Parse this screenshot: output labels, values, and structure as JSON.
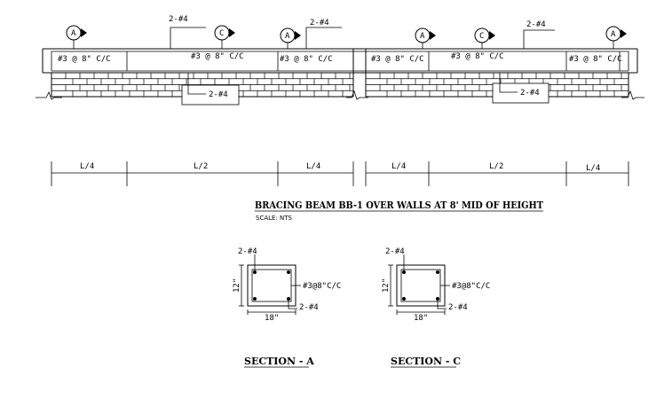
{
  "beam": {
    "top_bar_label": "2-#4",
    "bottom_bar_label": "2-#4",
    "stirrup_end": "#3 @ 8\" C/C",
    "stirrup_mid": "#3 @ 8\" C/C",
    "marker_a": "A",
    "marker_c": "C"
  },
  "dimensions": {
    "quarter": "L/4",
    "half": "L/2"
  },
  "title": {
    "main": "BRACING BEAM BB-1 OVER WALLS AT 8' MID OF HEIGHT",
    "scale": "SCALE: NTS"
  },
  "sections": [
    {
      "name": "SECTION - A",
      "top_bars": "2-#4",
      "bottom_bars": "2-#4",
      "stirrups": "#3@8\"C/C",
      "height": "12\"",
      "width": "18\""
    },
    {
      "name": "SECTION - C",
      "top_bars": "2-#4",
      "bottom_bars": "2-#4",
      "stirrups": "#3@8\"C/C",
      "height": "12\"",
      "width": "18\""
    }
  ]
}
